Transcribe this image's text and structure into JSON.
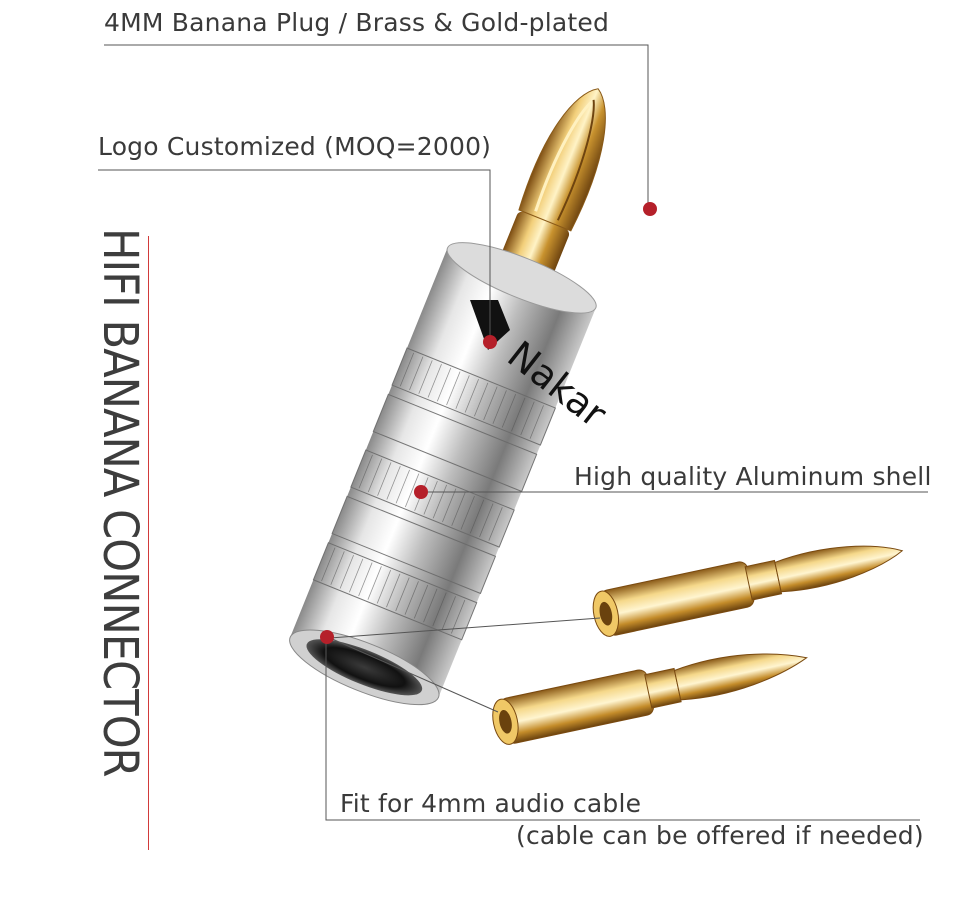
{
  "labels": {
    "banana_plug": "4MM Banana Plug / Brass & Gold-plated",
    "logo": "Logo Customized (MOQ=2000)",
    "shell": "High quality Aluminum shell",
    "fit_cable": "Fit for 4mm audio cable",
    "cable_offer": "(cable can be offered if needed)"
  },
  "vertical_title": "HIFI BANANA CONNECTOR",
  "brand_logo_text": "Nakar",
  "colors": {
    "callout_dot": "#b5202a",
    "gold": "#d4a43a",
    "silver": "#c8c8c8",
    "accent_line": "#d23a3a"
  }
}
